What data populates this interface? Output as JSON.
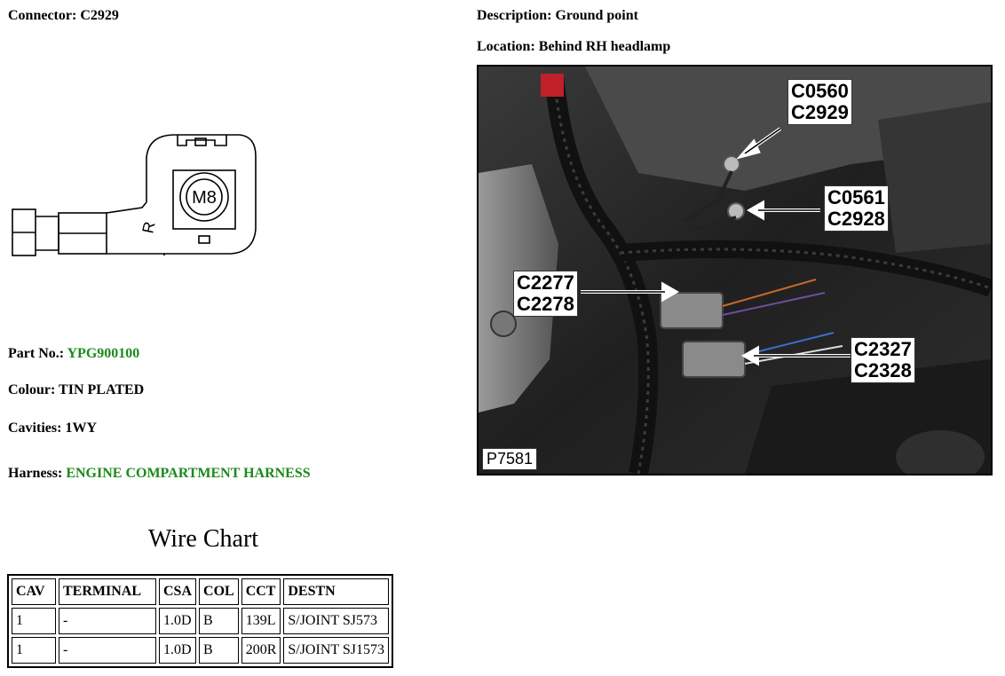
{
  "connector": {
    "label": "Connector:",
    "value": "C2929"
  },
  "description": {
    "label": "Description:",
    "value": "Ground point"
  },
  "location": {
    "label": "Location:",
    "value": "Behind RH headlamp"
  },
  "diagram": {
    "terminal_size": "M8",
    "marking": "R"
  },
  "part_no": {
    "label": "Part No.:",
    "value": "YPG900100"
  },
  "colour": {
    "label": "Colour:",
    "value": "TIN PLATED"
  },
  "cavities": {
    "label": "Cavities:",
    "value": "1WY"
  },
  "harness": {
    "label": "Harness:",
    "value": "ENGINE COMPARTMENT HARNESS"
  },
  "colors": {
    "green_text": "#1a8a1a"
  },
  "wire_chart": {
    "title": "Wire Chart",
    "headers": [
      "CAV",
      "TERMINAL",
      "CSA",
      "COL",
      "CCT",
      "DESTN"
    ],
    "rows": [
      [
        "1",
        "-",
        "1.0D",
        "B",
        "139L",
        "S/JOINT SJ573"
      ],
      [
        "1",
        "-",
        "1.0D",
        "B",
        "200R",
        "S/JOINT SJ1573"
      ]
    ]
  },
  "photo": {
    "id": "P7581",
    "callouts": [
      {
        "line1": "C0560",
        "line2": "C2929"
      },
      {
        "line1": "C0561",
        "line2": "C2928"
      },
      {
        "line1": "C2277",
        "line2": "C2278"
      },
      {
        "line1": "C2327",
        "line2": "C2328"
      }
    ]
  }
}
